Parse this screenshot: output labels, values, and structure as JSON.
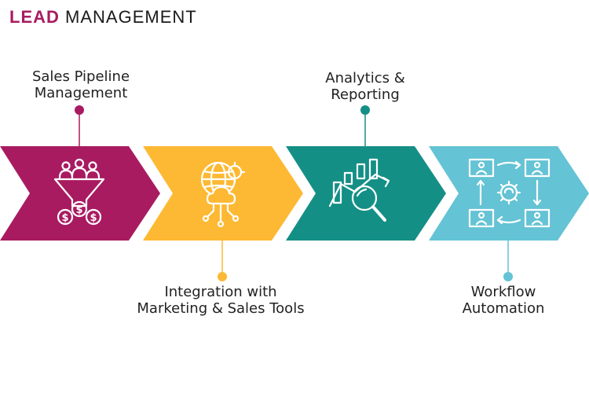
{
  "title": {
    "accent": "LEAD",
    "rest": "MANAGEMENT"
  },
  "steps": [
    {
      "line1": "Sales Pipeline",
      "line2": "Management",
      "color": "#a81b61",
      "icon": "sales-funnel-icon"
    },
    {
      "line1": "Integration with",
      "line2": "Marketing & Sales Tools",
      "color": "#fdb933",
      "icon": "cloud-integration-icon"
    },
    {
      "line1": "Analytics &",
      "line2": "Reporting",
      "color": "#148f86",
      "icon": "analytics-chart-icon"
    },
    {
      "line1": "Workflow",
      "line2": "Automation",
      "color": "#64c3d4",
      "icon": "workflow-automation-icon"
    }
  ]
}
